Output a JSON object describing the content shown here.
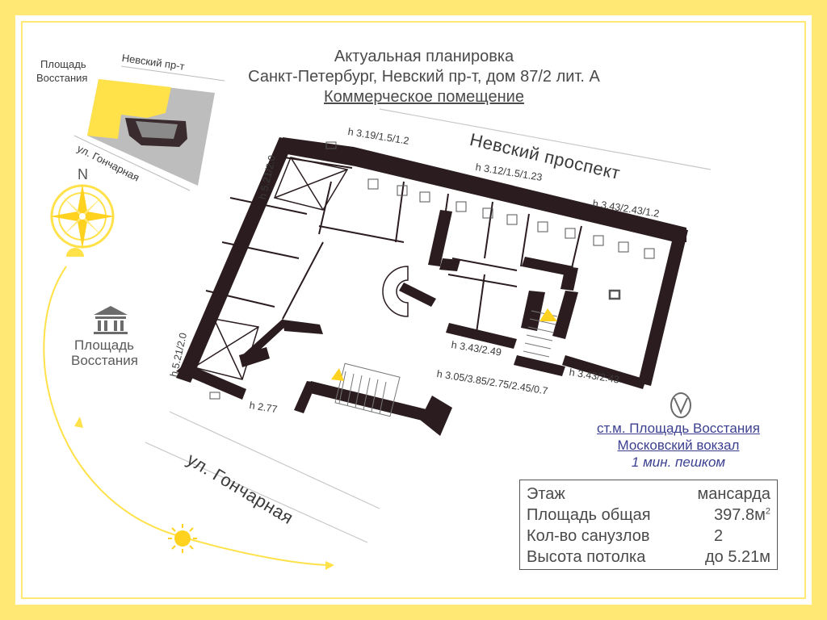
{
  "title": {
    "line1": "Актуальная планировка",
    "line2": "Санкт-Петербург, Невский пр-т, дом 87/2 лит. А",
    "line3": "Коммерческое помещение"
  },
  "minimap": {
    "square_label_1": "Площадь",
    "square_label_2": "Восстания",
    "nevsky_label": "Невский пр-т",
    "goncharnaya_label": "ул. Гончарная"
  },
  "compass": {
    "north_label": "N"
  },
  "landmark": {
    "label_1": "Площадь",
    "label_2": "Восстания"
  },
  "streets": {
    "nevsky": "Невский проспект",
    "goncharnaya": "ул. Гончарная"
  },
  "heights": {
    "h1": "h 3.19/1.5/1.2",
    "h2": "h 3.12/1.5/1.23",
    "h3": "h 3.43/2.43/1.2",
    "h4": "h 5.21/2.0",
    "h5": "h 5.21/2.0",
    "h6": "h 3.43/2.49",
    "h7": "h 3.05/3.85/2.75/2.45/0.7",
    "h8": "h 3.43/2.43",
    "h9": "h 2.77"
  },
  "metro": {
    "station": "ст.м. Площадь Восстания",
    "station2": "Московский вокзал",
    "walk": "1 мин. пешком"
  },
  "info": {
    "floor_label": "Этаж",
    "floor_value": "мансарда",
    "area_label": "Площадь общая",
    "area_value": "397.8м",
    "area_unit_sup": "2",
    "wc_label": "Кол-во санузлов",
    "wc_value": "2",
    "height_label": "Высота потолка",
    "height_value": "до 5.21м"
  },
  "colors": {
    "accent_yellow": "#ffe873",
    "wall": "#2b1d1f",
    "metro_blue": "#3b3f8f",
    "text": "#4a4a4a"
  }
}
